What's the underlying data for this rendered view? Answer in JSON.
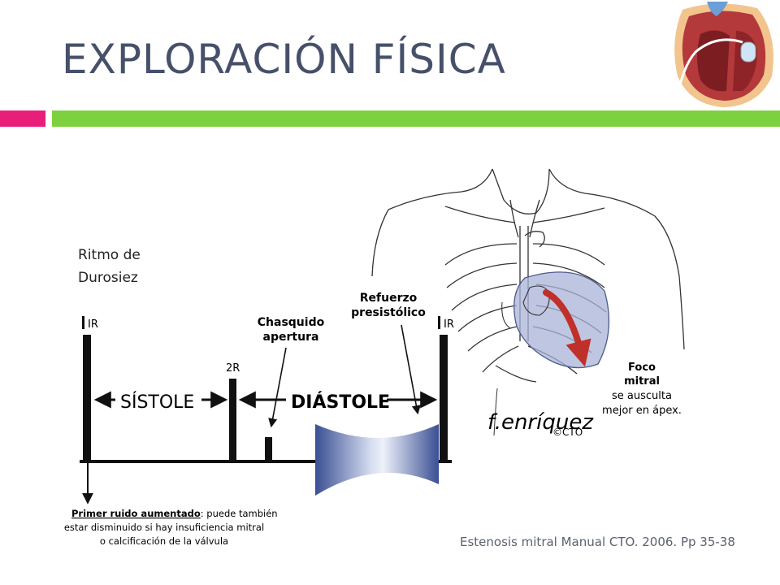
{
  "slide": {
    "title": "EXPLORACIÓN FÍSICA",
    "colors": {
      "title": "#46506a",
      "accent_pink": "#e91e7a",
      "accent_green": "#7ed13e"
    }
  },
  "header_image": {
    "icon": "heart-pacemaker-icon"
  },
  "rhythm": {
    "label_line1": "Ritmo de",
    "label_line2": "Durosiez"
  },
  "phonocardiogram": {
    "first_sound_left": "IR",
    "second_sound": "2R",
    "first_sound_right": "IR",
    "systole_label": "SÍSTOLE",
    "diastole_label": "DIÁSTOLE",
    "opening_snap_line1": "Chasquido",
    "opening_snap_line2": "apertura",
    "presystolic_line1": "Refuerzo",
    "presystolic_line2": "presistólico",
    "first_sound_note_title": "Primer ruido aumentado",
    "first_sound_note_rest": ": puede también",
    "first_sound_note_line2": "estar disminuido si hay insuficiencia mitral",
    "first_sound_note_line3": "o calcificación de la válvula"
  },
  "chest_diagram": {
    "focus_line1": "Foco",
    "focus_line2": "mitral",
    "focus_line3": "se ausculta",
    "focus_line4": "mejor en ápex.",
    "signature": "f.enríquez",
    "copyright": "©CTO",
    "colors": {
      "heart_fill": "#a9b3d8",
      "arrow": "#c0302a"
    }
  },
  "citation": "Estenosis mitral Manual CTO. 2006. Pp 35-38"
}
